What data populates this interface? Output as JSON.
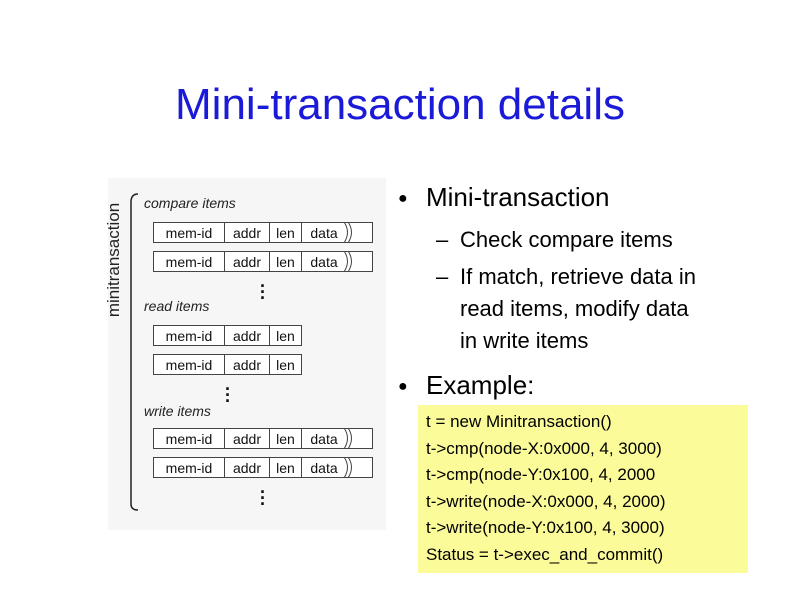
{
  "slide": {
    "title": "Mini-transaction details"
  },
  "diagram": {
    "vertical_label": "minitransaction",
    "sections": [
      {
        "label": "compare items",
        "rows": [
          [
            "mem-id",
            "addr",
            "len",
            "data"
          ],
          [
            "mem-id",
            "addr",
            "len",
            "data"
          ]
        ]
      },
      {
        "label": "read items",
        "rows": [
          [
            "mem-id",
            "addr",
            "len"
          ],
          [
            "mem-id",
            "addr",
            "len"
          ]
        ]
      },
      {
        "label": "write items",
        "rows": [
          [
            "mem-id",
            "addr",
            "len",
            "data"
          ],
          [
            "mem-id",
            "addr",
            "len",
            "data"
          ]
        ]
      }
    ]
  },
  "bullets": {
    "b1": "Mini-transaction",
    "b1_sub1": "Check compare items",
    "b1_sub2_l1": "If match, retrieve data in",
    "b1_sub2_l2": "read items, modify data",
    "b1_sub2_l3": "in write items",
    "b2": "Example:"
  },
  "code": {
    "lines": [
      "t = new Minitransaction()",
      "t->cmp(node-X:0x000, 4, 3000)",
      "t->cmp(node-Y:0x100, 4, 2000",
      "t->write(node-X:0x000, 4, 2000)",
      "t->write(node-Y:0x100, 4, 3000)",
      "Status = t->exec_and_commit()"
    ]
  },
  "colors": {
    "title": "#1a1ad8",
    "code_background": "#fbfb99"
  }
}
